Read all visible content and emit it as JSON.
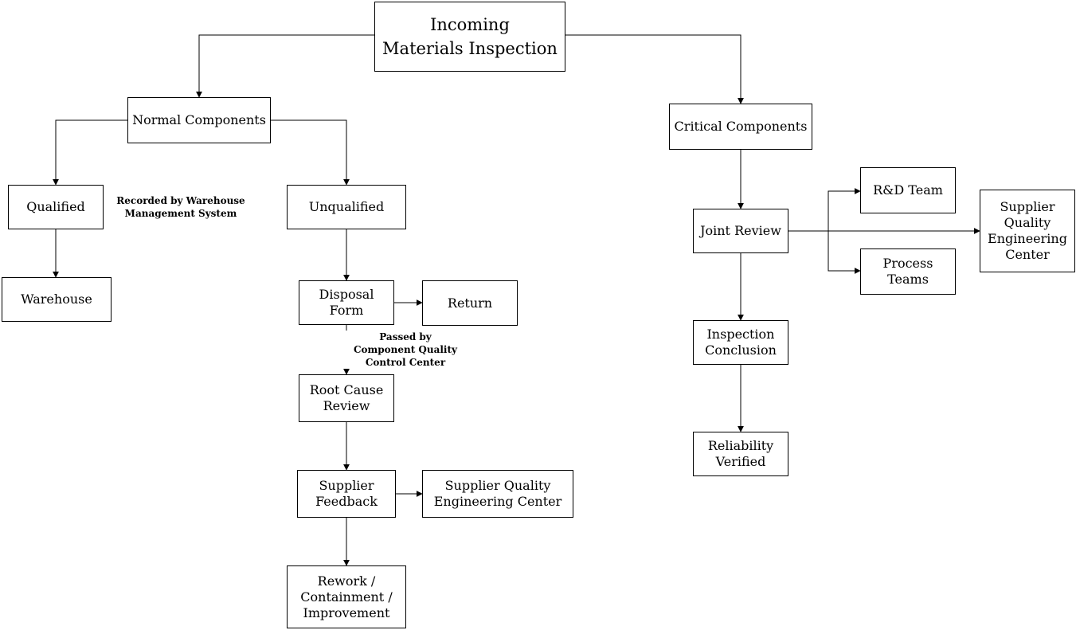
{
  "diagram": {
    "colors": {
      "node_border": "#000000",
      "node_background": "#ffffff",
      "text": "#000000",
      "line": "#000000"
    },
    "nodes": {
      "incoming": {
        "label": "Incoming\nMaterials Inspection"
      },
      "normal_components": {
        "label": "Normal Components"
      },
      "critical_components": {
        "label": "Critical Components"
      },
      "qualified": {
        "label": "Qualified"
      },
      "unqualified": {
        "label": "Unqualified"
      },
      "warehouse": {
        "label": "Warehouse"
      },
      "disposal_form": {
        "label": "Disposal\nForm"
      },
      "return": {
        "label": "Return"
      },
      "root_cause_review": {
        "label": "Root Cause\nReview"
      },
      "supplier_feedback": {
        "label": "Supplier\nFeedback"
      },
      "supplier_quality_center_left": {
        "label": "Supplier Quality\nEngineering Center"
      },
      "rework": {
        "label": "Rework /\nContainment /\nImprovement"
      },
      "joint_review": {
        "label": "Joint Review"
      },
      "rd_team": {
        "label": "R&D Team"
      },
      "process_teams": {
        "label": "Process\nTeams"
      },
      "supplier_quality_center_right": {
        "label": "Supplier\nQuality\nEngineering\nCenter"
      },
      "inspection_conclusion": {
        "label": "Inspection\nConclusion"
      },
      "reliability_verified": {
        "label": "Reliability\nVerified"
      }
    },
    "annotations": {
      "recorded_by": {
        "text": "Recorded by Warehouse\nManagement System"
      },
      "passed_by": {
        "text": "Passed by\nComponent Quality\nControl Center"
      }
    }
  }
}
